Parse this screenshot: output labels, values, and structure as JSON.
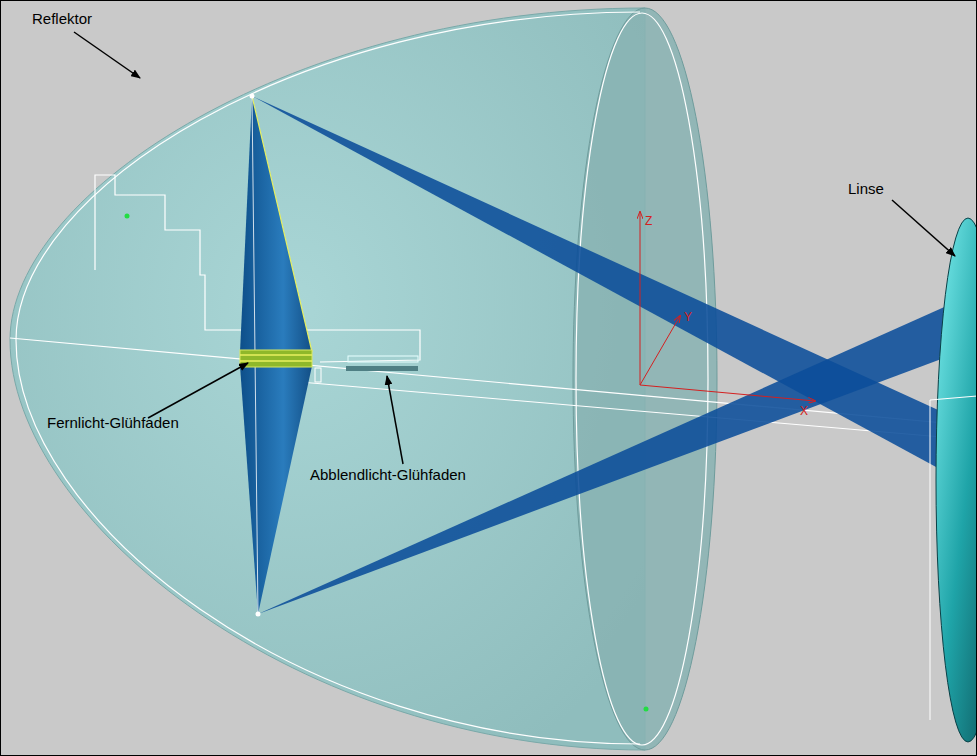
{
  "diagram": {
    "labels": [
      "Reflektor",
      "Linse",
      "Fernlicht-Glühfaden",
      "Abblendlicht-Glühfaden",
      "Z",
      "Y",
      "X"
    ]
  }
}
